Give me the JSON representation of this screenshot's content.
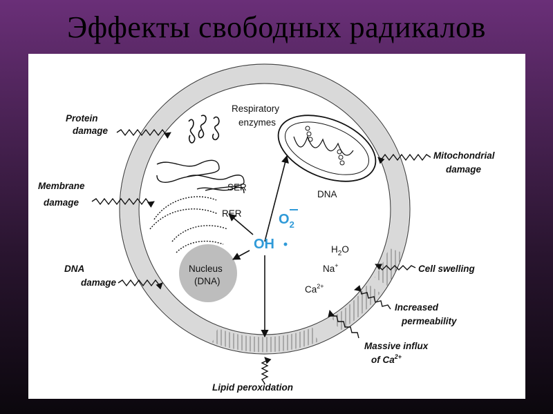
{
  "slide": {
    "title": "Эффекты свободных радикалов"
  },
  "labels": {
    "protein_1": "Protein",
    "protein_2": "damage",
    "membrane_1": "Membrane",
    "membrane_2": "damage",
    "dna_1": "DNA",
    "dna_2": "damage",
    "mito_1": "Mitochondrial",
    "mito_2": "damage",
    "resp_1": "Respiratory",
    "resp_2": "enzymes",
    "ser": "SER",
    "rer": "RER",
    "dna_mito": "DNA",
    "nucleus_1": "Nucleus",
    "nucleus_2": "(DNA)",
    "superoxide": "O",
    "superoxide_sub": "2",
    "hydroxyl": "OH",
    "water_h": "H",
    "water_sub": "2",
    "water_o": "O",
    "sodium": "Na",
    "sodium_sup": "+",
    "calcium": "Ca",
    "calcium_sup": "2+",
    "cell_swelling": "Cell swelling",
    "perm_1": "Increased",
    "perm_2": "permeability",
    "influx_1": "Massive influx",
    "influx_2": "of Ca",
    "influx_sup": "2+",
    "lipid": "Lipid peroxidation"
  },
  "colors": {
    "radical": "#2f9ad8",
    "membrane": "#d9d9d9",
    "nucleus": "#bdbdbd"
  }
}
